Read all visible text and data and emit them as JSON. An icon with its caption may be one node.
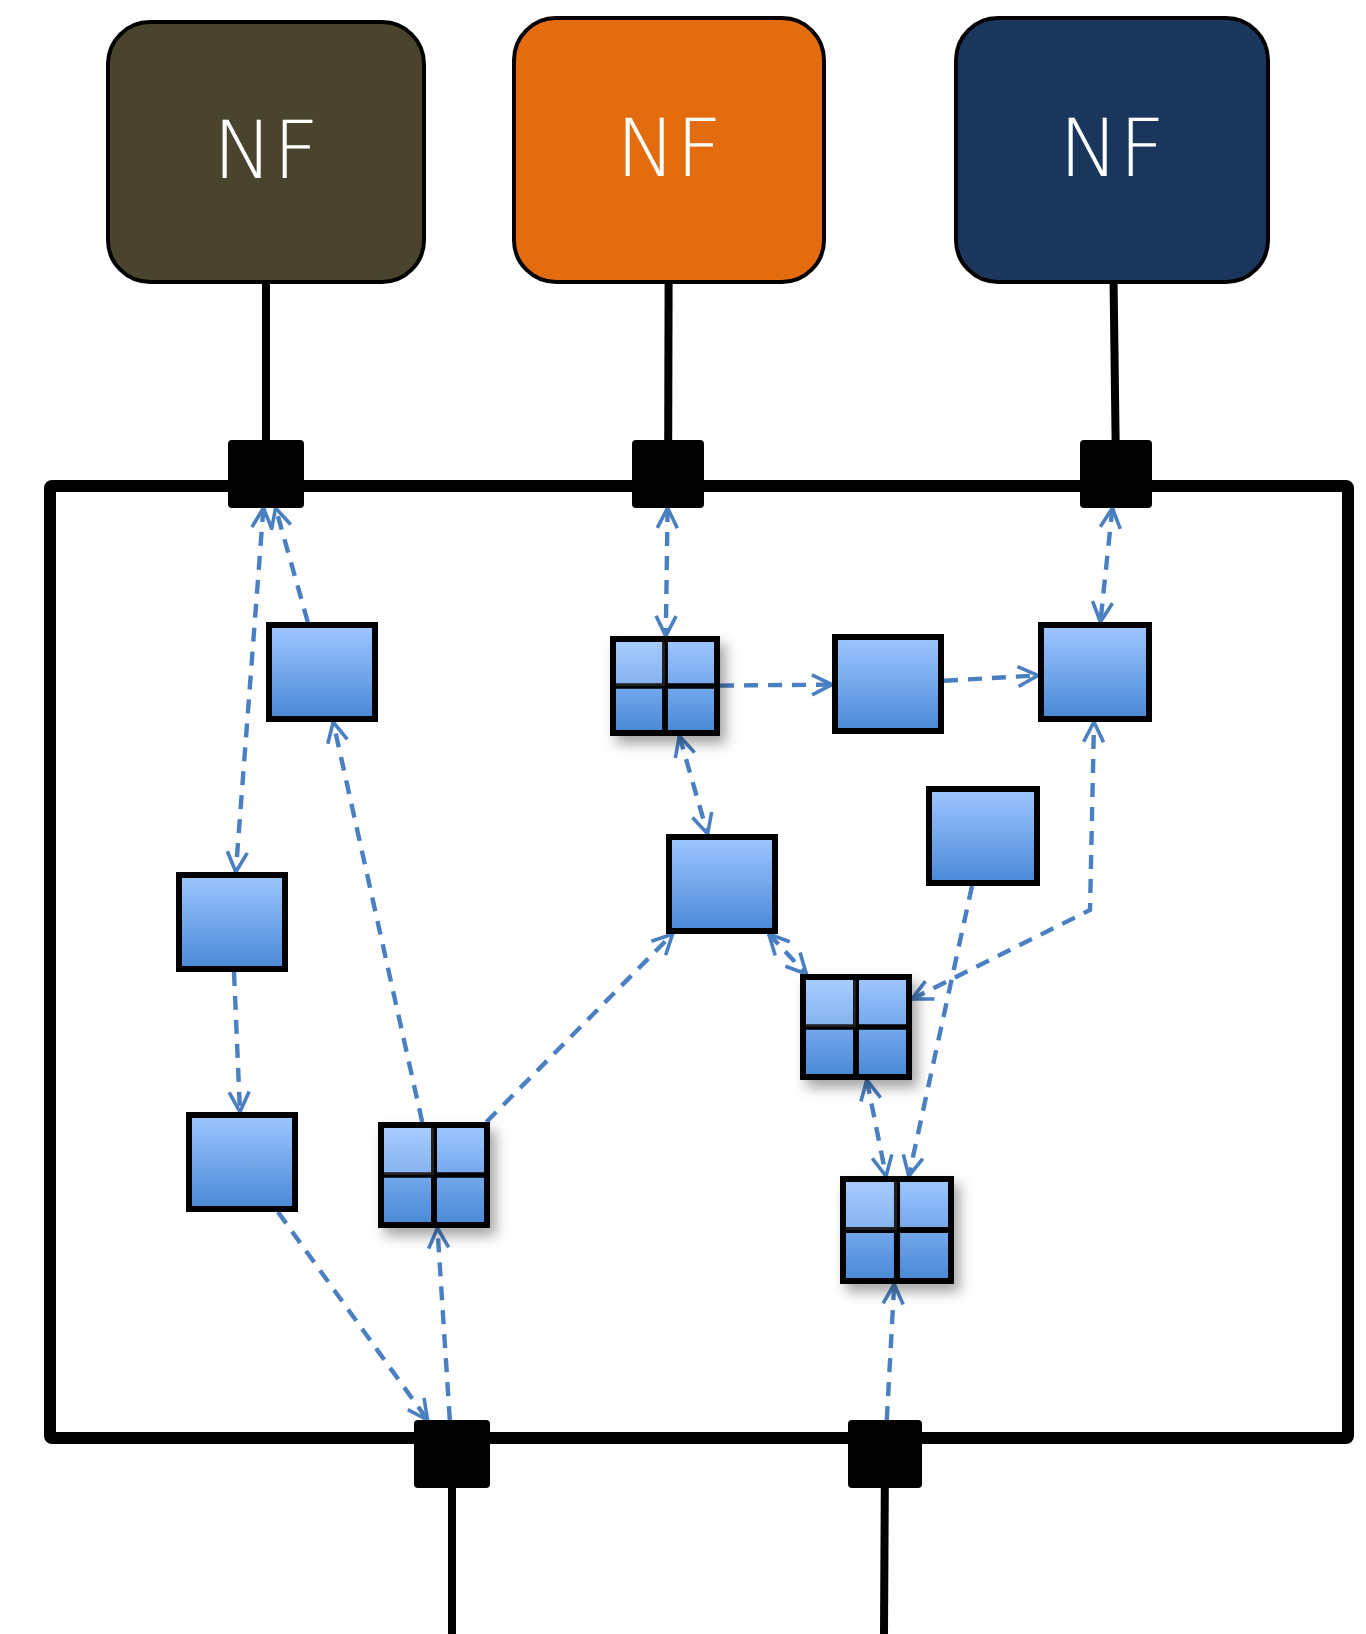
{
  "diagram": {
    "nodes": [
      {
        "text": [
          "NF"
        ]
      },
      {
        "text": [
          "NF"
        ]
      },
      {
        "text": [
          "NF"
        ]
      },
      {
        "text": [],
        "shape": "box"
      },
      {
        "text": [],
        "shape": "square"
      },
      {
        "text": [],
        "shape": "square"
      },
      {
        "text": [],
        "shape": "square"
      },
      {
        "text": [],
        "shape": "square"
      },
      {
        "text": [],
        "shape": "square"
      },
      {
        "text": [],
        "shape": "box",
        "in": 3
      },
      {
        "text": [],
        "shape": "grid",
        "in": 3
      },
      {
        "text": [],
        "shape": "box",
        "in": 3
      },
      {
        "text": [],
        "shape": "box",
        "in": 3
      },
      {
        "text": [],
        "shape": "box",
        "in": 3
      },
      {
        "text": [],
        "shape": "box",
        "in": 3
      },
      {
        "text": [],
        "shape": "box",
        "in": 3
      },
      {
        "text": [],
        "shape": "grid",
        "in": 3
      },
      {
        "text": [],
        "shape": "box",
        "in": 3
      },
      {
        "text": [],
        "shape": "grid",
        "in": 3
      },
      {
        "text": [],
        "shape": "grid",
        "in": 3
      }
    ],
    "edges": [
      {
        "from": 0,
        "to": 4,
        "arrow": "none",
        "style": "thick",
        "color": "#000000"
      },
      {
        "from": 1,
        "to": 5,
        "arrow": "none",
        "style": "thick",
        "color": "#000000"
      },
      {
        "from": 2,
        "to": 6,
        "arrow": "none",
        "style": "thick",
        "color": "#000000"
      },
      {
        "from": 7,
        "to": null,
        "arrow": "none",
        "style": "thick",
        "color": "#000000"
      },
      {
        "from": 8,
        "to": null,
        "arrow": "none",
        "style": "thick",
        "color": "#000000"
      },
      {
        "from": 4,
        "to": 13,
        "arrow": "both",
        "style": "dashed"
      },
      {
        "from": 9,
        "to": 4,
        "arrow": "to",
        "style": "dashed"
      },
      {
        "from": 18,
        "to": 9,
        "arrow": "to",
        "style": "dashed"
      },
      {
        "from": 5,
        "to": 10,
        "arrow": "both",
        "style": "dashed"
      },
      {
        "from": 10,
        "to": 11,
        "arrow": "to",
        "style": "dashed"
      },
      {
        "from": 11,
        "to": 12,
        "arrow": "to",
        "style": "dashed"
      },
      {
        "from": 6,
        "to": 12,
        "arrow": "both",
        "style": "dashed"
      },
      {
        "from": 10,
        "to": 14,
        "arrow": "both",
        "style": "dashed"
      },
      {
        "from": 18,
        "to": 14,
        "arrow": "to",
        "style": "dashed"
      },
      {
        "from": 14,
        "to": 16,
        "arrow": "both",
        "style": "dashed"
      },
      {
        "from": 16,
        "to": 12,
        "arrow": "both",
        "style": "dashed"
      },
      {
        "from": 15,
        "to": 19,
        "arrow": "to",
        "style": "dashed"
      },
      {
        "from": 16,
        "to": 19,
        "arrow": "both",
        "style": "dashed"
      },
      {
        "from": 13,
        "to": 17,
        "arrow": "to",
        "style": "dashed"
      },
      {
        "from": 17,
        "to": 7,
        "arrow": "to",
        "style": "dashed"
      },
      {
        "from": 7,
        "to": 18,
        "arrow": "to",
        "style": "dashed"
      },
      {
        "from": 8,
        "to": 19,
        "arrow": "to",
        "style": "dashed"
      }
    ]
  }
}
